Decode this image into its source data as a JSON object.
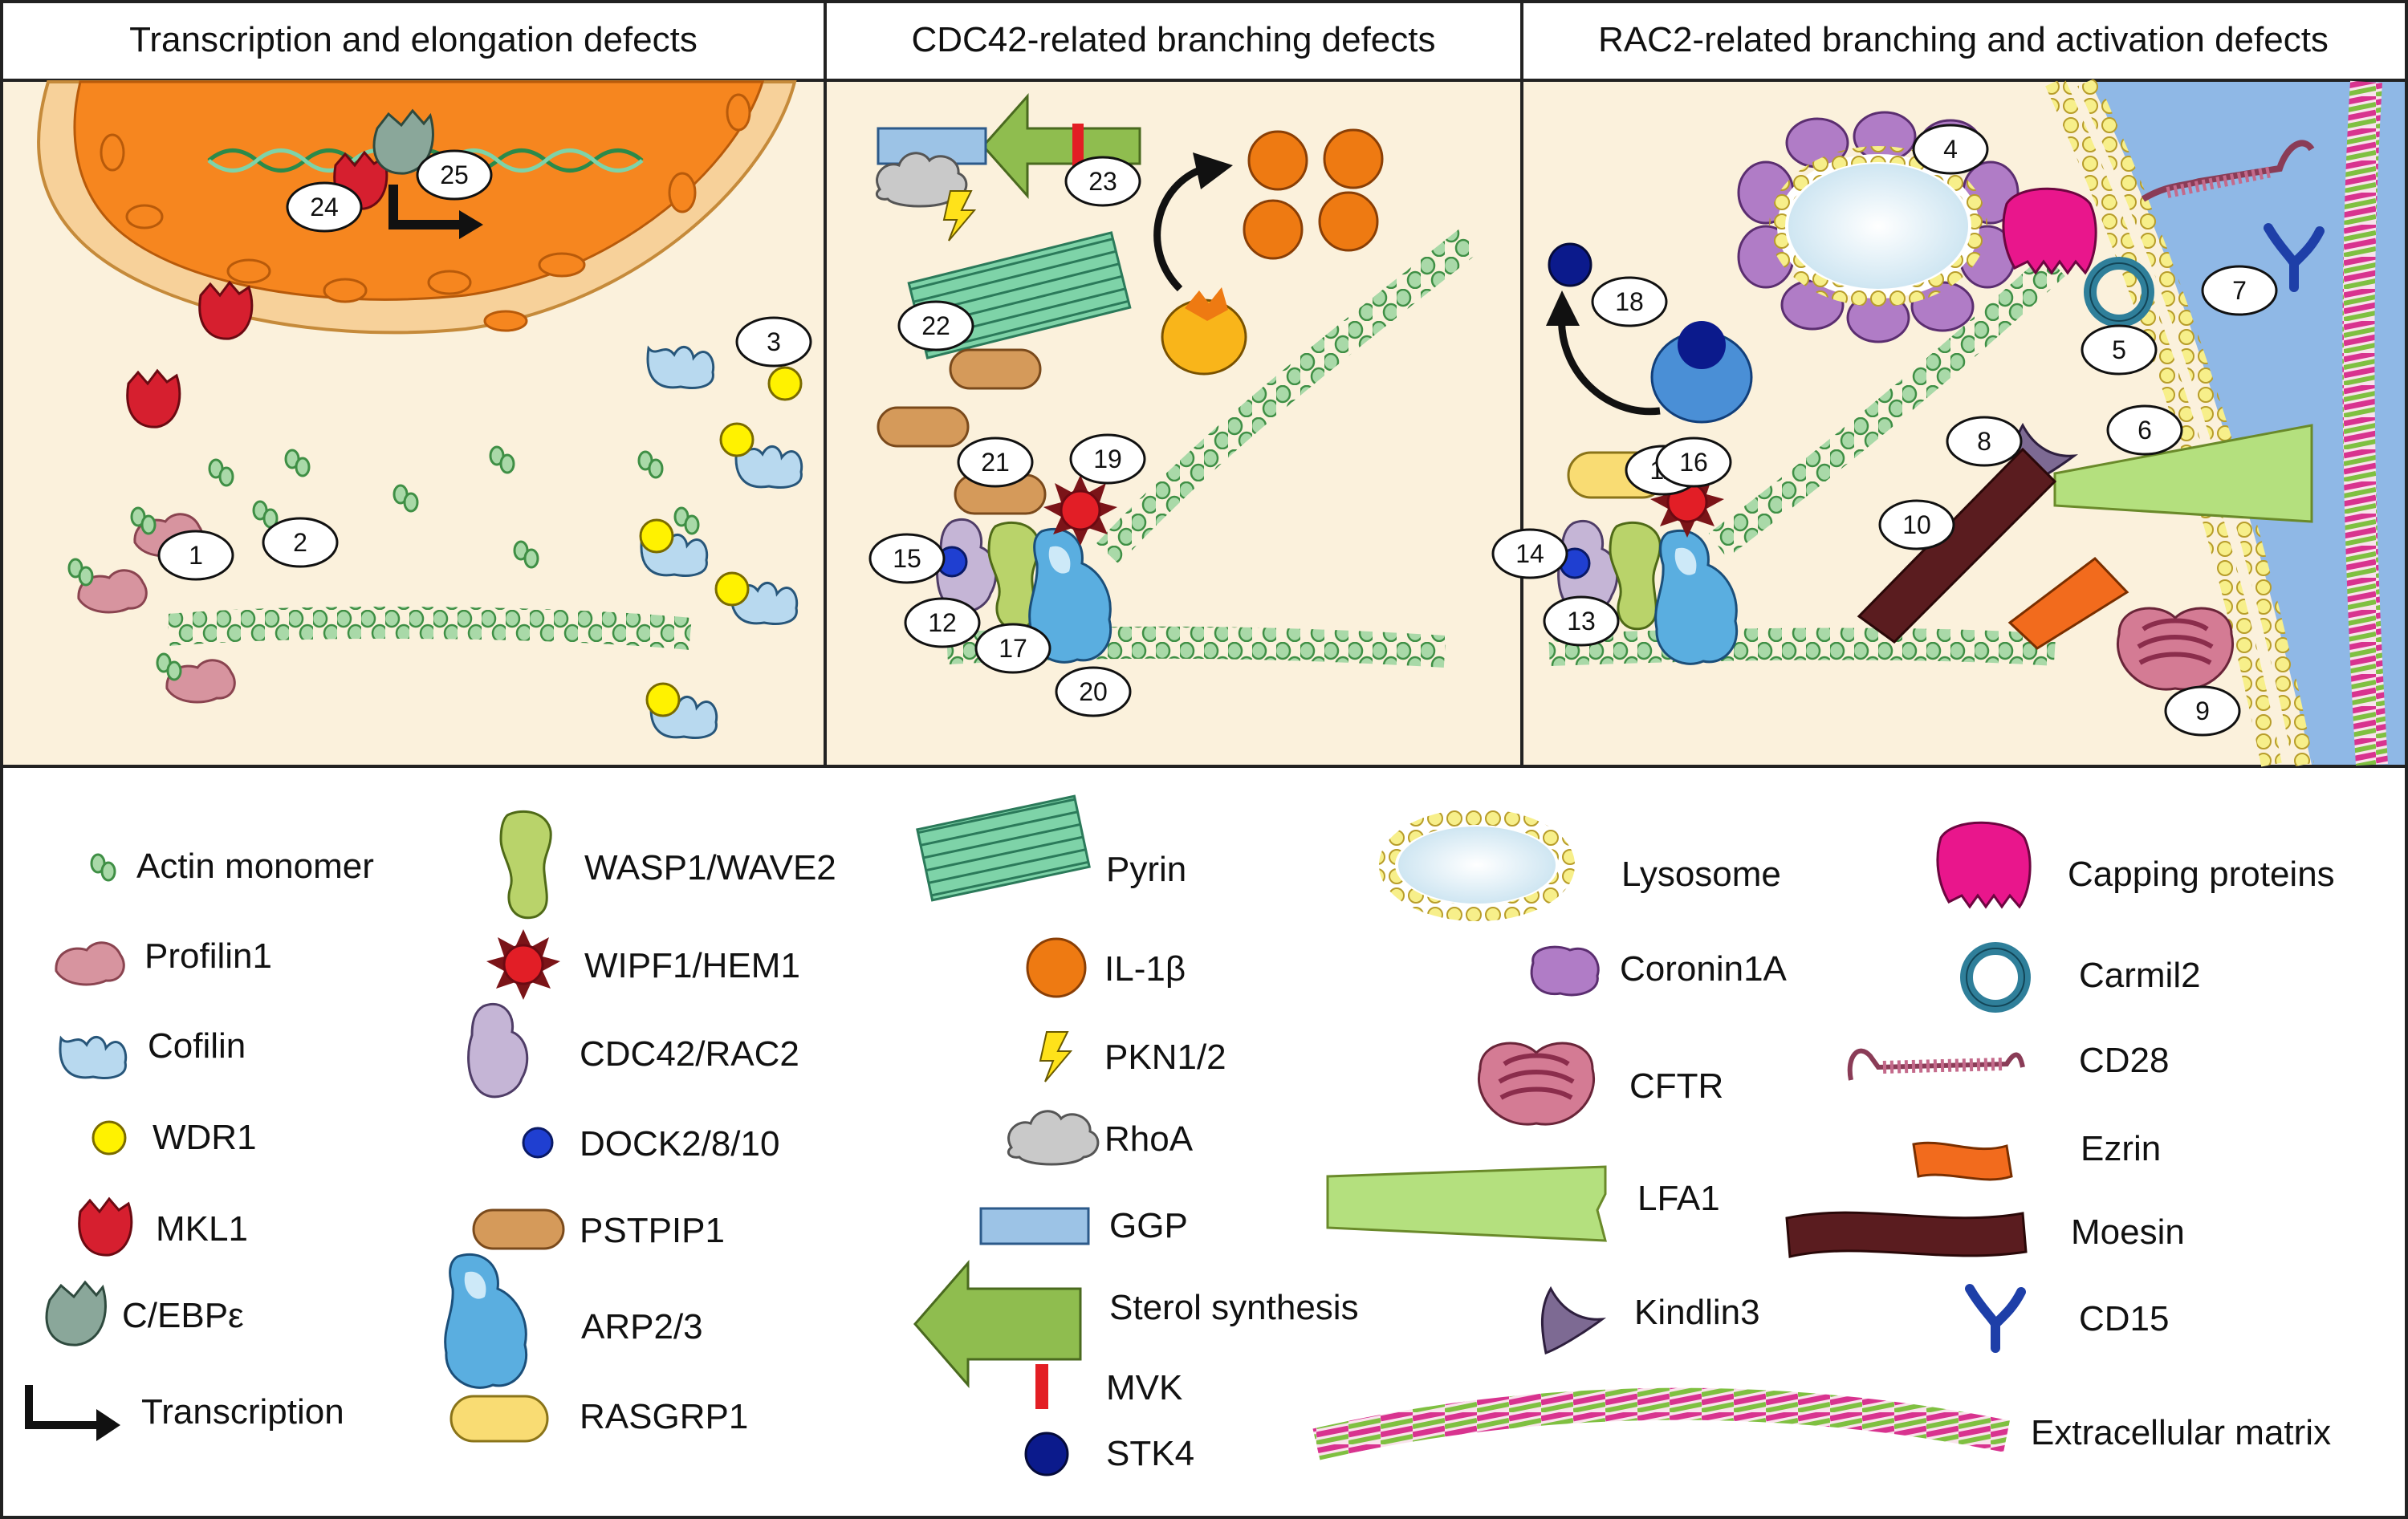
{
  "panels": [
    {
      "title": "Transcription and elongation defects"
    },
    {
      "title": "CDC42-related branching defects"
    },
    {
      "title": "RAC2-related branching and activation defects"
    }
  ],
  "numbers": [
    "1",
    "2",
    "3",
    "4",
    "5",
    "6",
    "7",
    "8",
    "9",
    "10",
    "11",
    "12",
    "13",
    "14",
    "15",
    "16",
    "17",
    "18",
    "19",
    "20",
    "21",
    "22",
    "23",
    "24",
    "25"
  ],
  "legend": {
    "actin_monomer": "Actin monomer",
    "profilin1": "Profilin1",
    "cofilin": "Cofilin",
    "wdr1": "WDR1",
    "mkl1": "MKL1",
    "cebpe": "C/EBPε",
    "transcription": "Transcription",
    "wasp_wave": "WASP1/WAVE2",
    "wipf_hem": "WIPF1/HEM1",
    "cdc42_rac2": "CDC42/RAC2",
    "dock": "DOCK2/8/10",
    "pstpip1": "PSTPIP1",
    "arp23": "ARP2/3",
    "rasgrp1": "RASGRP1",
    "pyrin": "Pyrin",
    "il1b": "IL-1β",
    "pkn": "PKN1/2",
    "rhoa": "RhoA",
    "ggp": "GGP",
    "sterol": "Sterol synthesis",
    "mvk": "MVK",
    "stk4": "STK4",
    "lysosome": "Lysosome",
    "coronin1a": "Coronin1A",
    "cftr": "CFTR",
    "lfa1": "LFA1",
    "kindlin3": "Kindlin3",
    "ecm": "Extracellular matrix",
    "capping": "Capping proteins",
    "carmil2": "Carmil2",
    "cd28": "CD28",
    "ezrin": "Ezrin",
    "moesin": "Moesin",
    "cd15": "CD15"
  },
  "colors": {
    "panel_bg": "#fbf1dc",
    "nucleus": "#f6861f",
    "actin": "#a9d9a8",
    "profilin": "#d7949f",
    "cofilin": "#b8d9ef",
    "wdr1": "#fff200",
    "mkl1": "#d61f2f",
    "cebpe": "#8aa79a",
    "wasp": "#b9d36a",
    "wipf": "#e21e26",
    "cdc42": "#c5b5d6",
    "dock": "#1f3fd1",
    "pstpip": "#d59a5a",
    "arp": "#5aaee0",
    "rasgrp": "#f9dc73",
    "pyrin": "#7ed3a8",
    "il1b": "#ee7a12",
    "ggp": "#9cc3e6",
    "sterol": "#8fbd4f",
    "mvk": "#e31e24",
    "stk4": "#0b1a8c",
    "coronin": "#b07cc6",
    "cftr": "#d47b94",
    "lfa1": "#b4e07e",
    "kindlin": "#7d6a93",
    "capping": "#e9168c",
    "carmil": "#2f7f9a",
    "cd28": "#8a3c57",
    "ezrin": "#f26b1d",
    "moesin": "#5a1c1f",
    "cd15": "#1e3fa8",
    "membrane_bg": "#8fb8e6"
  }
}
